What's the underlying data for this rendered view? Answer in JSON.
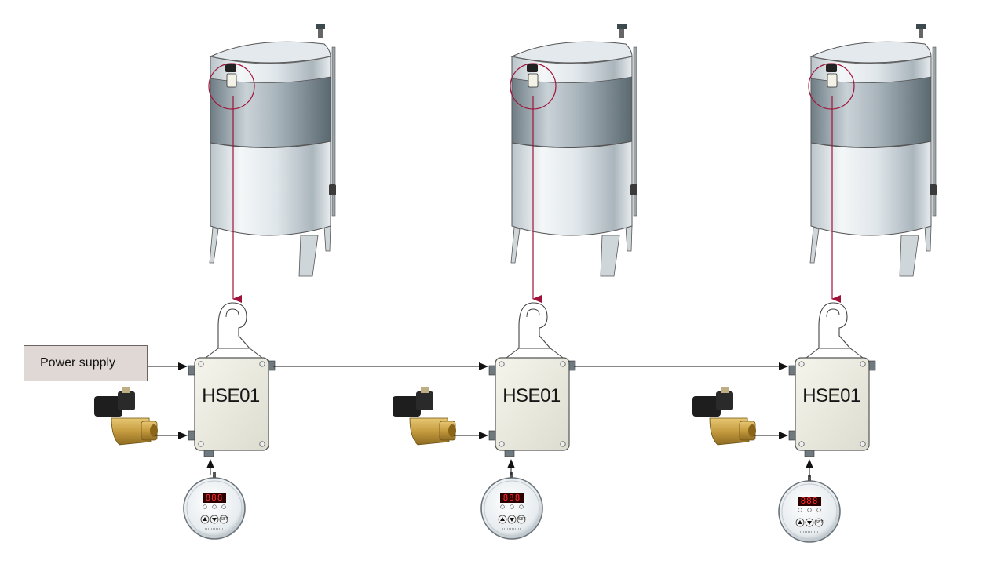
{
  "power_supply": {
    "label": "Power supply"
  },
  "controllers": [
    {
      "label": "HSE01",
      "display": "888",
      "set_label": "SET"
    },
    {
      "label": "HSE01",
      "display": "888",
      "set_label": "SET"
    },
    {
      "label": "HSE01",
      "display": "888",
      "set_label": "SET"
    }
  ],
  "colors": {
    "signal_arrow": "#a0123a",
    "wire": "#111111",
    "tank_band": "#7d8f9a",
    "brass": "#c9a24a"
  }
}
